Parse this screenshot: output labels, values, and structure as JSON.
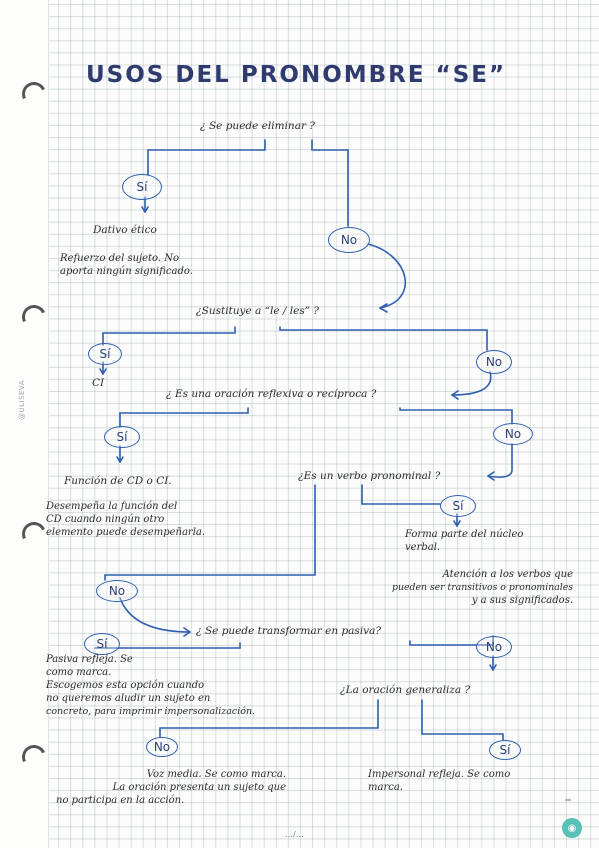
{
  "title": "USOS DEL PRONOMBRE “SE”",
  "questions": {
    "q1": "¿ Se puede eliminar ?",
    "q2": "¿Sustituye a “le / les” ?",
    "q3": "¿ Es una oración reflexiva o recíproca ?",
    "q4": "¿Es un verbo pronominal ?",
    "q5": "¿ Se puede transformar en pasiva?",
    "q6": "¿La oración generaliza ?"
  },
  "nodes": {
    "si": "Sí",
    "no": "No"
  },
  "results": {
    "dativo_title": "Dativo ético",
    "dativo_desc": [
      "Refuerzo del sujeto. No",
      "aporta ningún significado."
    ],
    "ci": "CI",
    "funcion_title": "Función de CD o CI.",
    "funcion_desc": [
      "Desempeña la función del",
      "CD cuando ningún otro",
      "elemento puede desempeñarla."
    ],
    "forma_parte": [
      "Forma parte del núcleo",
      "verbal."
    ],
    "atencion": [
      "Atención a los verbos que",
      "pueden ser transitivos o pronominales",
      "y a sus significados."
    ],
    "pasiva_refleja": [
      "Pasiva refleja. Se",
      "como marca.",
      "Escogemos esta opción cuando",
      "no queremos aludir un sujeto en",
      "concreto, para imprimir impersonalización."
    ],
    "voz_media": [
      "Voz media. Se como marca.",
      "La oración presenta un sujeto que",
      "no participa en la acción."
    ],
    "impersonal": [
      "Impersonal refleja. Se como",
      "marca."
    ]
  },
  "brand": "@ULISEVA",
  "page_marker": "…/…",
  "colors": {
    "ink_blue": "#2e5fb0",
    "title_navy": "#2f3b6e",
    "pencil": "#2a2a2a",
    "logo_teal": "#59c0b4"
  }
}
